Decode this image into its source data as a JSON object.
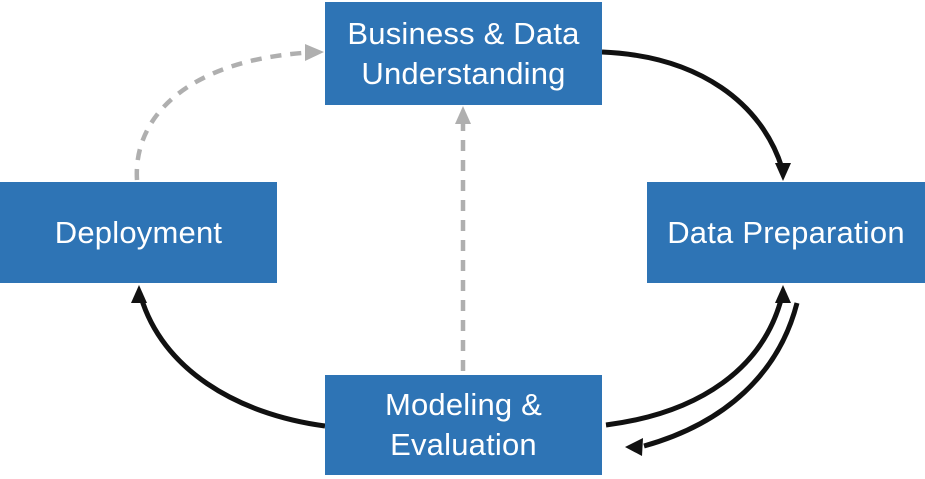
{
  "diagram": {
    "type": "cycle-flowchart",
    "subject": "data-science-lifecycle",
    "nodes": {
      "business": {
        "line1": "Business & Data",
        "line2": "Understanding"
      },
      "data_preparation": {
        "label": "Data Preparation"
      },
      "modeling": {
        "line1": "Modeling &",
        "line2": "Evaluation"
      },
      "deployment": {
        "label": "Deployment"
      }
    },
    "edges": [
      {
        "from": "Business & Data Understanding",
        "to": "Data Preparation",
        "style": "solid"
      },
      {
        "from": "Modeling & Evaluation",
        "to": "Data Preparation",
        "style": "solid"
      },
      {
        "from": "Data Preparation",
        "to": "Modeling & Evaluation",
        "style": "solid"
      },
      {
        "from": "Modeling & Evaluation",
        "to": "Deployment",
        "style": "solid"
      },
      {
        "from": "Deployment",
        "to": "Business & Data Understanding",
        "style": "dashed"
      },
      {
        "from": "Modeling & Evaluation",
        "to": "Business & Data Understanding",
        "style": "dashed"
      }
    ],
    "colors": {
      "node_fill": "#2E74B5",
      "node_text": "#FFFFFF",
      "solid_arrow": "#111111",
      "dashed_arrow": "#AFAFAF",
      "background": "#FFFFFF"
    }
  }
}
